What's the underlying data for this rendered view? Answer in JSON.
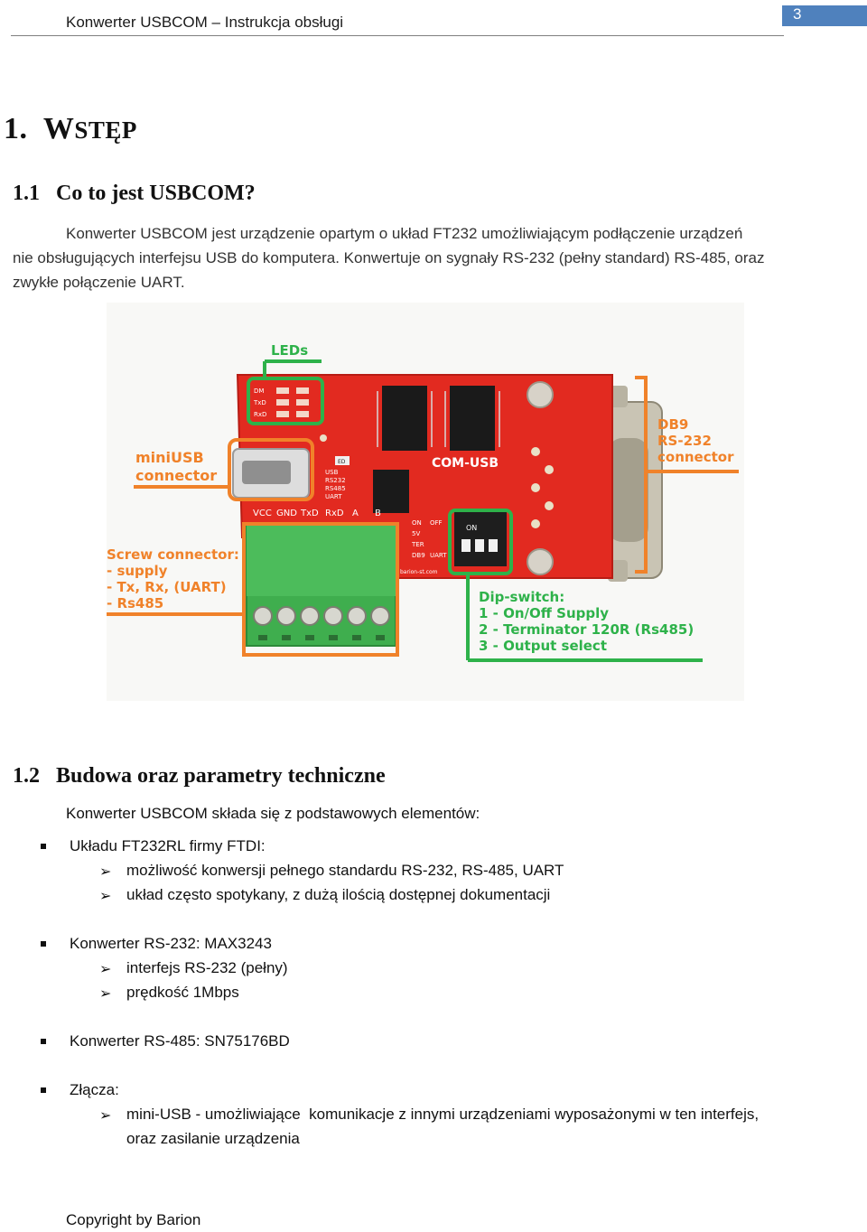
{
  "header": {
    "title": "Konwerter USBCOM – Instrukcja obsługi",
    "page_number": "3"
  },
  "section1": {
    "heading_num": "1.",
    "heading_w": "W",
    "heading_rest": "STĘP",
    "sub_num": "1.1",
    "sub_title": "Co to jest USBCOM?",
    "para_line1": "Konwerter USBCOM jest urządzenie opartym o układ FT232 umożliwiającym podłączenie urządzeń",
    "para_line2": "nie obsługujących interfejsu USB do komputera. Konwertuje on sygnały RS-232 (pełny standard) RS-485, oraz",
    "para_line3": "zwykłe połączenie UART."
  },
  "figure": {
    "leds_label": "LEDs",
    "miniusb_line1": "miniUSB",
    "miniusb_line2": "connector",
    "db9_line1": "DB9",
    "db9_line2": "RS-232",
    "db9_line3": "connector",
    "screw_line1": "Screw connector:",
    "screw_line2": "- supply",
    "screw_line3": "- Tx, Rx, (UART)",
    "screw_line4": "- Rs485",
    "dip_line1": "Dip-switch:",
    "dip_line2": "1 - On/Off Supply",
    "dip_line3": "2 - Terminator 120R (Rs485)",
    "dip_line4": "3 - Output select",
    "board_label": "COM-USB",
    "led_labels": [
      "DM",
      "TxD",
      "RxD"
    ],
    "pin_labels": [
      "VCC",
      "GND",
      "TxD",
      "RxD",
      "A",
      "B"
    ],
    "mode_labels": [
      "USB",
      "RS232",
      "RS485",
      "UART"
    ],
    "dip_side_labels": [
      "ON",
      "5V",
      "TER",
      "DB9"
    ],
    "dip_side_labels2": [
      "OFF",
      "",
      "",
      "UART"
    ],
    "dip_on": "ON",
    "ed_label": "ED",
    "website": "barion-st.com"
  },
  "section2": {
    "sub_num": "1.2",
    "sub_title": "Budowa oraz parametry techniczne",
    "intro": "Konwerter USBCOM składa się z podstawowych elementów:",
    "groups": [
      {
        "title": "Układu FT232RL firmy FTDI:",
        "items": [
          "możliwość konwersji pełnego standardu RS-232, RS-485, UART",
          "układ często spotykany, z dużą ilością dostępnej dokumentacji"
        ]
      },
      {
        "title": "Konwerter RS-232: MAX3243",
        "items": [
          "interfejs RS-232 (pełny)",
          "prędkość 1Mbps"
        ]
      },
      {
        "title": "Konwerter RS-485: SN75176BD",
        "items": []
      },
      {
        "title": "Złącza:",
        "items": [
          "mini-USB - umożliwiające  komunikacje z innymi urządzeniami wyposażonymi w ten interfejs,"
        ],
        "continuation": "oraz zasilanie urządzenia"
      }
    ]
  },
  "footer": {
    "text": "Copyright by Barion"
  },
  "colors": {
    "accent": "#4f81bd",
    "callout_orange": "#f0822a",
    "callout_green": "#2eb24a",
    "pcb_red": "#e8261f"
  }
}
